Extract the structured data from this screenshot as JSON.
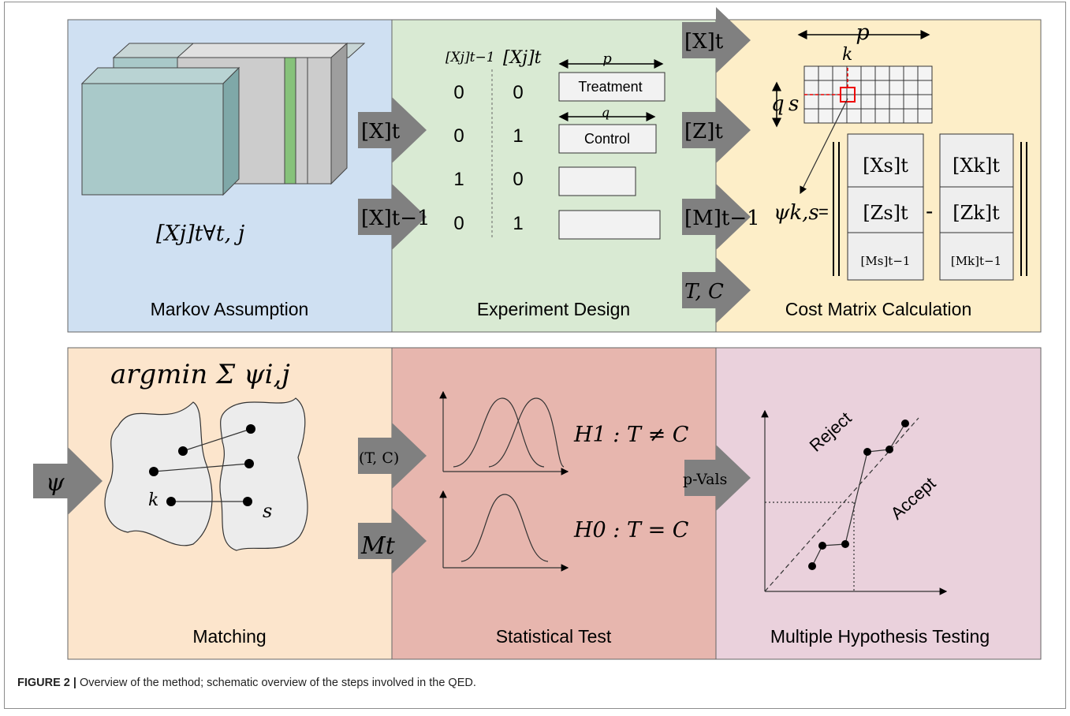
{
  "caption": {
    "label": "FIGURE 2 |",
    "text": "Overview of the method; schematic overview of the steps involved in the QED."
  },
  "colors": {
    "markov": "#cfe0f2",
    "experiment": "#d9ead3",
    "cost": "#fdeec8",
    "matching": "#fce5cc",
    "statistical": "#e7b6ae",
    "multiple": "#ead1dc",
    "arrow": "#808080",
    "green_bar": "#86c27a",
    "front_block": "#a9c9c9"
  },
  "panels": {
    "markov": {
      "title": "Markov Assumption",
      "formula": "[Xj]t∀t, j"
    },
    "experiment": {
      "title": "Experiment Design",
      "col_prev": "[Xj]t−1",
      "col_curr": "[Xj]t",
      "rows": [
        [
          "0",
          "0"
        ],
        [
          "0",
          "1"
        ],
        [
          "1",
          "0"
        ],
        [
          "0",
          "1"
        ]
      ],
      "p_label": "p",
      "q_label": "q",
      "treatment": "Treatment",
      "control": "Control"
    },
    "cost": {
      "title": "Cost Matrix Calculation",
      "p_label": "p",
      "q_label": "q",
      "k_label": "k",
      "s_label": "s",
      "psi": "ψk,s",
      "equals": "=",
      "minus": "-",
      "xs": "[Xs]t",
      "zs": "[Zs]t",
      "ms": "[Ms]t−1",
      "xk": "[Xk]t",
      "zk": "[Zk]t",
      "mk": "[Mk]t−1"
    },
    "matching": {
      "title": "Matching",
      "formula": "argmin Σ ψi,j",
      "k_label": "k",
      "s_label": "s"
    },
    "statistical": {
      "title": "Statistical Test",
      "h1": "H1 : T ≠ C",
      "h0": "H0 : T = C"
    },
    "multiple": {
      "title": "Multiple Hypothesis Testing",
      "reject": "Reject",
      "accept": "Accept"
    }
  },
  "arrows": {
    "a1": "[X]t",
    "a2": "[X]t−1",
    "a3": "[X]t",
    "a4": "[Z]t",
    "a5": "[M]t−1",
    "a6": "T, C",
    "psi": "ψ",
    "tc": "(T, C)",
    "mt": "Mt",
    "pvals": "p-Vals"
  }
}
